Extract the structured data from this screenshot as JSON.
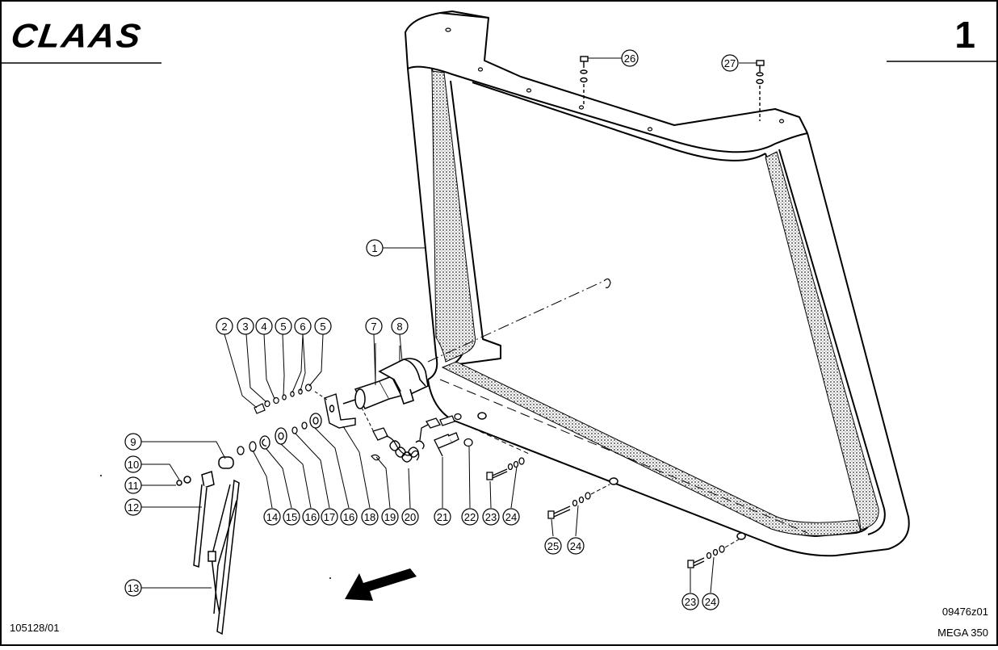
{
  "header": {
    "brand": "CLAAS",
    "page_number": "1"
  },
  "footer": {
    "document_ref": "105128/01",
    "drawing_number": "09476z01",
    "model": "MEGA 350"
  },
  "callouts": [
    "1",
    "2",
    "3",
    "4",
    "5",
    "6",
    "5",
    "7",
    "8",
    "9",
    "10",
    "11",
    "12",
    "13",
    "14",
    "15",
    "16",
    "17",
    "16",
    "18",
    "19",
    "20",
    "21",
    "22",
    "23",
    "24",
    "25",
    "24",
    "23",
    "24",
    "26",
    "27"
  ],
  "direction_arrow": "arrow-icon"
}
